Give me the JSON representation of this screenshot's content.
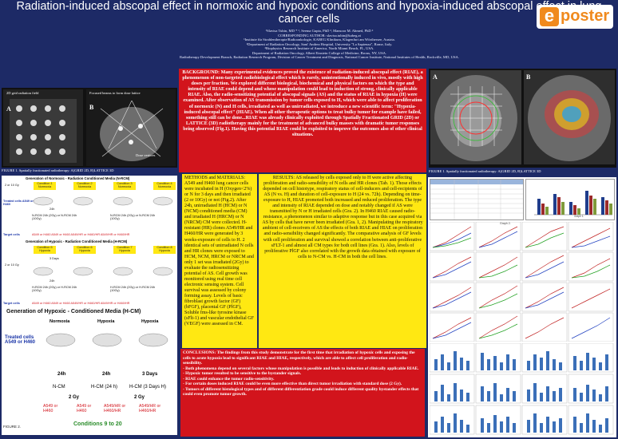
{
  "header": {
    "title": "Radiation-induced abscopal effect in normoxic and hypoxic conditions and hypoxia-induced abscopal effect in lung cancer cells",
    "authors": "¹Slavisa Tubin, MD * ¹, Seema Gupta, PhD ², Mansoor M. Ahmed, PhD ³",
    "corresponding": "CORRESPONDING AUTHOR: slavisa.tubin@kabeg.at",
    "aff1": "¹Institute für Strahlentherapie/Radioonkologie, KABEG Klinikum, Klagenfurt am Wörthersee, Austria.",
    "aff2": "²Department of Radiation Oncology, Sant' Andrea Hospital, University \"La Sapienza\", Rome, Italy.",
    "aff3": "²Biophysics Research Institute of America, North Miami Beach, FL, USA.",
    "aff4": "Department of Radiation Oncology, Albert Einstein College of Medicine, Bronx, NY, USA.",
    "aff5": "Radiotherapy Development Branch, Radiation Research Program, Division of Cancer Treatment and Diagnosis, National Cancer Institute, National Institutes of Health, Rockville, MD, USA."
  },
  "logo": {
    "e": "e",
    "poster": "poster"
  },
  "fig1left": {
    "label1": "2D grid radiation field",
    "label2": "Focused beams to form dose lattice",
    "tagA": "A",
    "tagB": "B",
    "dose": "Dose vertices",
    "caption": "FIGURE 1. Spatially fractionated radiotherapy: A)GRID 2D, B)LATTICE 3D"
  },
  "background": {
    "text": "BACKGROUND: Many experimental evidences proved the existence of radiation-induced abscopal effect (RIAE), a phenomenon of non-targeted radiobiological effect which is rarely, unintentionally induced in vivo, mostly with high doses per fraction. We explored different biological, biochemical and physical factors on which the type and intensity of RIAE could depend and whose manipulation could lead to induction of strong, clinically applicable RIAE. Also, the radio-sensitizing potential of abscopal signals (AS) and the status of RIAE in hypoxia (H) were examined. After observation of AS transmission by tumor cells exposed to H, which were able to affect proliferation of normoxic (N) and H cells, irradiated as well as unirradiated, we introduce a new scientific term: \"Hypoxia-induced abscopal effect\" (HIAE). When all other therapeutic options to treat bulky tumor for example have failed, something still can be done...RIAE was already clinically exploited through Spatially Fractionated GRID (2D) or LATTICE (3D) radiotherapy mainly for the treatment of advanced bulky masses with dramatic tumor responses being observed (Fig.1). Having this potential RIAE could be exploited to improve the outcomes also of other clinical situations."
  },
  "fig1right": {
    "tagA": "A",
    "tagB": "B",
    "caption": "FIGURE 1. Spatially fractionated radiotherapy: A)GRID 2D, B)LATTICE 3D"
  },
  "methods": {
    "text": "METHODS and MATERIALS: A549 and H460 lung cancer cells were incubated in H (Oxygen<2%) or N for 3 days and then irradiated (2 or 10Gy) or not (Fig.2). After 24h, unirradiated H (HCM) or N (NCM) conditioned media (CM) and irradiated H (HRCM) or N (NRCM) CM were collected. H-resistant (HR) clones A549/HR and H460/HR were generated by 3 weeks-exposure of cells to H. 2 identical sets of unirradiated N cells and HR clones were exposed to HCM, NCM, HRCM or NRCM and only 1 set was irradiated (2Gy) to evaluate the radiosensitizing potential of AS. Cell growth was monitored using real time cell electronic sensing system. Cell survival was assessed by colony forming assay. Levels of basic fibroblast growth factor (GF)(bFGF), placental GF (PlGF), Soluble fms-like tyrosine kinase (sFlt-1) and vascular endothelial GF (VEGF) were assessed in CM."
  },
  "results": {
    "text": "RESULTS: AS released by cells exposed only to H were active affecting proliferation and radio-sensibility of N cells and HR clones (Tab. 1). Those effects depended on cell histotype, respiratory status of cell-inducers and cell-recipients of AS (N vs. H) and duration of cell-exposure to H (24 vs. 72h). Depending on time-exposure to H, HIAE promoted both increased and reduced proliferation. The type and intensity of RIAE depended on dose and notably changed if AS were transmitted by N or H irradiated cells (Gra. 2). In H460 RIAE caused radio-resistance, a phenomenon similar to adaptive response but in this case acquired via AS by cells that have never been irradiated (Gra. 1, 2). Manipulating the respiratory ambient of cell-receivers of AS the effects of both RIAE and HIAE on proliferation and radio-sensibility changed significantly. The comparative analysis of GF levels with cell proliferation and survival showed a correlation between anti-proliferative sFLT-1 and almost all CM types for both cell lines (Gra. 1). Also, levels of proliferative PlGF also correlated with the growth data obtained with exposure of cells to N-CM vs. H-CM in both the cell lines."
  },
  "conclusions": {
    "head": "CONCLUSIONS: The findings from this study demonstrate for the first time that irradiation of hypoxic cells and exposing the cells to acute hypoxia lead to significant RIAE and HIAE, respectively, which are able to affect cell proliferation and radio-sensibility.",
    "b1": "- Both phenomena depend on several factors whose manipulation is possible and leads to induction of clinically applicable RIAE.",
    "b2": "- Hypoxic tumor resulted to be sensitive to the bystander signals.",
    "b3": "- RIAE could enhance the tumor radio-sensitivity.",
    "b4": "- For certain doses induced RIAE could be even more effective than direct tumor irradiation with standard dose (2 Gy).",
    "b5": "- Tumors of different histological types and of different differentiation grade could induce different quality bystander effects that could even promote tumor growth."
  },
  "schematic": {
    "title_n": "Generation of Normoxic - Radiation Conditioned Media (N-RCM)",
    "title_h": "Generation of Hypoxic - Radiation Conditioned Media (H-RCM)",
    "title_hcm": "Generation of Hypoxic - Conditioned Media (H-CM)",
    "treated": "Treated cells A549 or H460",
    "target": "Target cells",
    "target_vals": "A549 or H460    A549 or H460    A549/HR or H460/HR    A549/HR or H460/HR",
    "conditions_n": [
      "Condition 1 Normoxia",
      "Condition 2 Normoxia",
      "Condition 3 Normoxia",
      "Condition 4 Normoxia"
    ],
    "conditions_h": [
      "Condition 5 Hypoxia",
      "Condition 6 Hypoxia",
      "Condition 7 Hypoxia",
      "Condition 8 Hypoxia"
    ],
    "dose_a": "2 or 10 Gy",
    "t24": "24h",
    "t3d": "3 Days",
    "ncm_label": "N-RCM 24h (2Gy) or N-RCM 24h (10Gy)",
    "hcm_label": "H-RCM 24h (2Gy) or H-RCM 24h (10Gy)",
    "normoxia": "Normoxia",
    "hypoxia": "Hypoxia",
    "big_treated": "Treated cells A549 or H460",
    "big_24h_a": "24h",
    "big_24h_b": "24h",
    "big_3d": "3 Days",
    "ncm": "N-CM",
    "hcm24": "H-CM (24 h)",
    "hcm3d": "H-CM (3 Days H)",
    "gy2a": "2 Gy",
    "gy2b": "2 Gy",
    "t_a549": "A549 or H460",
    "t_a549b": "A549 or H460",
    "t_hr": "A549/HR or H460/HR",
    "t_hrb": "A549/HR or H460/HR",
    "conds": "Conditions 9 to 20",
    "fig2": "FIGURE 2."
  },
  "charts": {
    "graph_label_a": "Graph 1.",
    "graph_label_b": "Graph 2."
  }
}
